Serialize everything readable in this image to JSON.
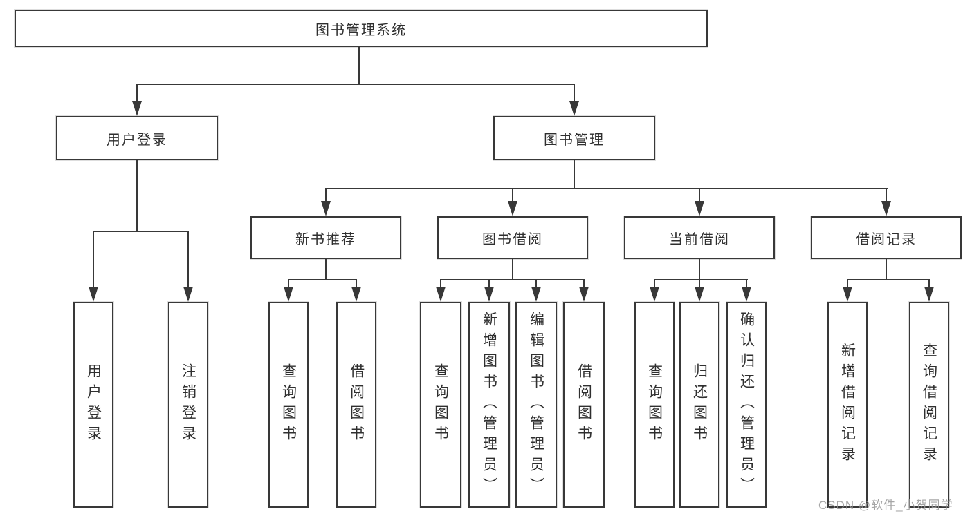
{
  "nodes": {
    "root": "图书管理系统",
    "login": "用户登录",
    "mgmt": "图书管理",
    "rec": "新书推荐",
    "borrow": "图书借阅",
    "current": "当前借阅",
    "records": "借阅记录",
    "login_user": "用户登录",
    "login_logout": "注销登录",
    "rec_query": "查询图书",
    "rec_borrow": "借阅图书",
    "borrow_query": "查询图书",
    "borrow_add": "新增图书（管理员）",
    "borrow_edit": "编辑图书（管理员）",
    "borrow_borrow": "借阅图书",
    "current_query": "查询图书",
    "current_return": "归还图书",
    "current_confirm": "确认归还（管理员）",
    "records_add": "新增借阅记录",
    "records_query": "查询借阅记录"
  },
  "hierarchy": {
    "图书管理系统": {
      "用户登录": [
        "用户登录",
        "注销登录"
      ],
      "图书管理": {
        "新书推荐": [
          "查询图书",
          "借阅图书"
        ],
        "图书借阅": [
          "查询图书",
          "新增图书（管理员）",
          "编辑图书（管理员）",
          "借阅图书"
        ],
        "当前借阅": [
          "查询图书",
          "归还图书",
          "确认归还（管理员）"
        ],
        "借阅记录": [
          "新增借阅记录",
          "查询借阅记录"
        ]
      }
    }
  },
  "watermark": "CSDN @软件_小贺同学",
  "colors": {
    "line": "#383838",
    "text": "#2f2f2f",
    "background": "#ffffff",
    "watermark": "#999999"
  }
}
